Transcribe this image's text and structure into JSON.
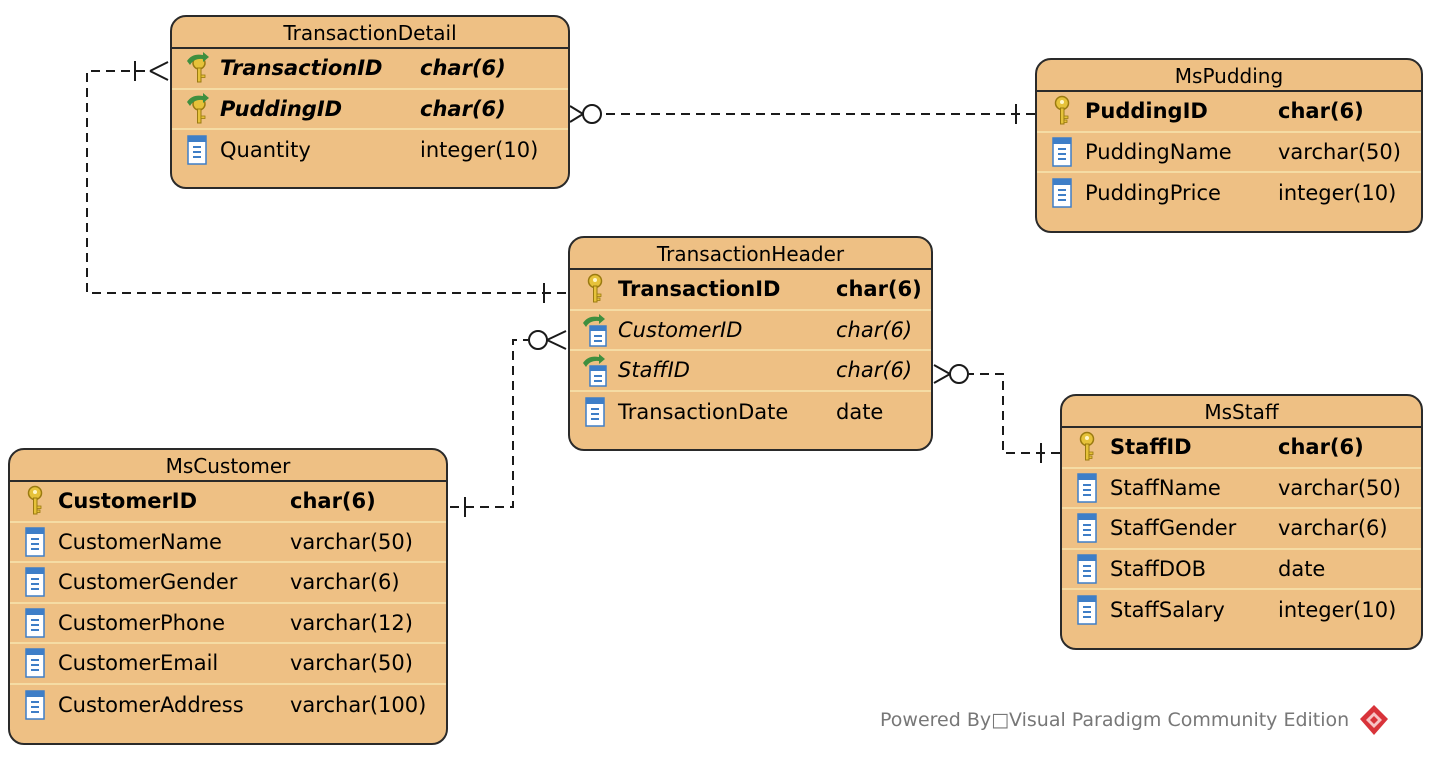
{
  "entities": {
    "transaction_detail": {
      "title": "TransactionDetail",
      "columns": [
        {
          "name": "TransactionID",
          "type": "char(6)",
          "key": "pkfk"
        },
        {
          "name": "PuddingID",
          "type": "char(6)",
          "key": "pkfk"
        },
        {
          "name": "Quantity",
          "type": "integer(10)",
          "key": "none"
        }
      ]
    },
    "ms_pudding": {
      "title": "MsPudding",
      "columns": [
        {
          "name": "PuddingID",
          "type": "char(6)",
          "key": "pk"
        },
        {
          "name": "PuddingName",
          "type": "varchar(50)",
          "key": "none"
        },
        {
          "name": "PuddingPrice",
          "type": "integer(10)",
          "key": "none"
        }
      ]
    },
    "transaction_header": {
      "title": "TransactionHeader",
      "columns": [
        {
          "name": "TransactionID",
          "type": "char(6)",
          "key": "pk"
        },
        {
          "name": "CustomerID",
          "type": "char(6)",
          "key": "fk"
        },
        {
          "name": "StaffID",
          "type": "char(6)",
          "key": "fk"
        },
        {
          "name": "TransactionDate",
          "type": "date",
          "key": "none"
        }
      ]
    },
    "ms_customer": {
      "title": "MsCustomer",
      "columns": [
        {
          "name": "CustomerID",
          "type": "char(6)",
          "key": "pk"
        },
        {
          "name": "CustomerName",
          "type": "varchar(50)",
          "key": "none"
        },
        {
          "name": "CustomerGender",
          "type": "varchar(6)",
          "key": "none"
        },
        {
          "name": "CustomerPhone",
          "type": "varchar(12)",
          "key": "none"
        },
        {
          "name": "CustomerEmail",
          "type": "varchar(50)",
          "key": "none"
        },
        {
          "name": "CustomerAddress",
          "type": "varchar(100)",
          "key": "none"
        }
      ]
    },
    "ms_staff": {
      "title": "MsStaff",
      "columns": [
        {
          "name": "StaffID",
          "type": "char(6)",
          "key": "pk"
        },
        {
          "name": "StaffName",
          "type": "varchar(50)",
          "key": "none"
        },
        {
          "name": "StaffGender",
          "type": "varchar(6)",
          "key": "none"
        },
        {
          "name": "StaffDOB",
          "type": "date",
          "key": "none"
        },
        {
          "name": "StaffSalary",
          "type": "integer(10)",
          "key": "none"
        }
      ]
    }
  },
  "relationships": [
    {
      "from": "TransactionHeader",
      "to": "TransactionDetail",
      "from_end": "one",
      "to_end": "one-or-many"
    },
    {
      "from": "MsPudding",
      "to": "TransactionDetail",
      "from_end": "one",
      "to_end": "zero-or-many"
    },
    {
      "from": "MsCustomer",
      "to": "TransactionHeader",
      "from_end": "one",
      "to_end": "zero-or-many"
    },
    {
      "from": "MsStaff",
      "to": "TransactionHeader",
      "from_end": "one",
      "to_end": "zero-or-many"
    }
  ],
  "footer": {
    "text": "Powered By□Visual Paradigm Community Edition",
    "logo_icon": "visual-paradigm-logo-icon"
  },
  "colors": {
    "entity_fill": "#eec084",
    "entity_border": "#2a2a2a",
    "row_divider": "#f5dca4",
    "pk_icon": "#e6c23a",
    "fk_arrow": "#3f8f3f",
    "column_icon": "#3e7ec7",
    "logo": "#d8333a"
  }
}
